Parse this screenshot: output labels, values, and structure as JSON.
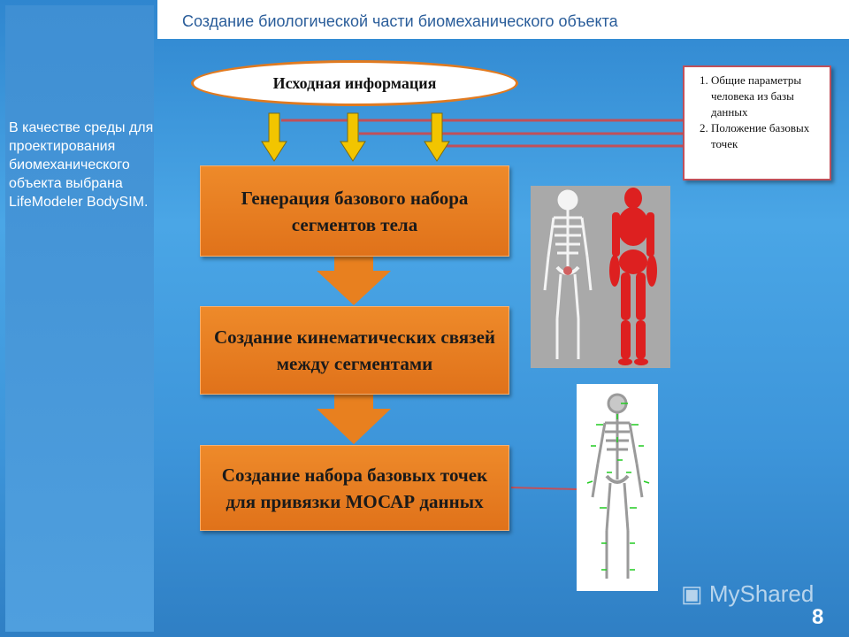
{
  "title": "Создание биологической части биомеханического объекта",
  "sidebar": {
    "text": "В качестве среды для проектирования биомеханического объекта выбрана LifeModeler BodySIM."
  },
  "source": {
    "label": "Исходная информация"
  },
  "info_box": {
    "items": [
      "Общие параметры человека из базы данных",
      "Положение базовых точек"
    ]
  },
  "steps": [
    {
      "label": "Генерация базового набора сегментов тела"
    },
    {
      "label": "Создание кинематических связей между сегментами"
    },
    {
      "label": "Создание набора базовых точек для привязки МОСАР данных"
    }
  ],
  "footer": {
    "watermark": "MyShared",
    "page_number": "8"
  },
  "colors": {
    "background": "#3d95da",
    "step_fill": "#e8801f",
    "arrow_yellow": "#f2c500",
    "accent_red": "#c0505a"
  }
}
